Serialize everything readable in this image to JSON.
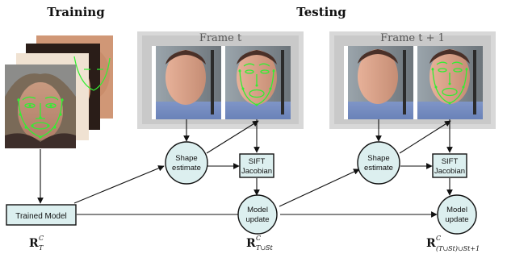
{
  "headings": {
    "training": "Training",
    "testing": "Testing"
  },
  "frames": [
    {
      "label": "Frame t"
    },
    {
      "label": "Frame t + 1"
    }
  ],
  "nodes": {
    "trained_model": "Trained Model",
    "shape_estimate": [
      "Shape",
      "estimate"
    ],
    "sift_jacobian": [
      "SIFT",
      "Jacobian"
    ],
    "model_update": [
      "Model",
      "update"
    ]
  },
  "math_labels": {
    "r_base": "R",
    "r_sup": "C",
    "train_sub": "T",
    "test1_sub": "T∪St",
    "test2_sub": "(T∪St)∪St+1"
  },
  "colors": {
    "node_fill": "#dcefeF",
    "node_stroke": "#1a1a1a",
    "frame_outer": "#d7d7d7",
    "landmark": "#33ee33"
  }
}
